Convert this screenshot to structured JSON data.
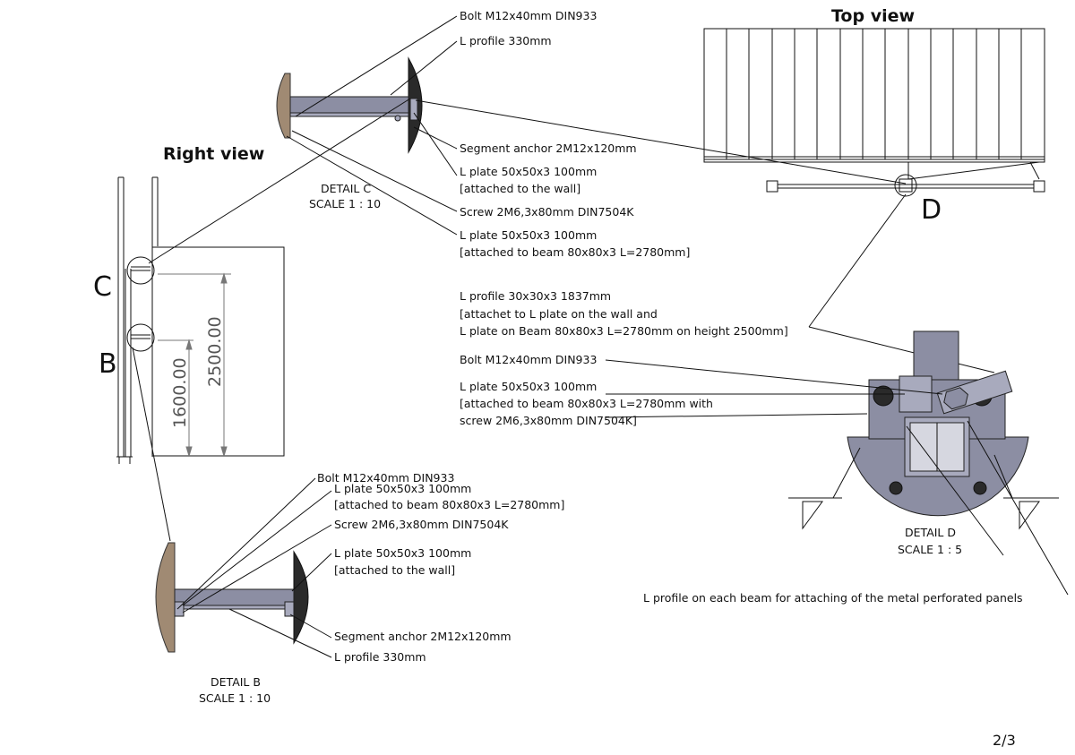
{
  "views": {
    "top": "Top view",
    "right": "Right view"
  },
  "markers": {
    "c": "C",
    "b": "B",
    "d": "D"
  },
  "dimensions": {
    "height_2500": "2500.00",
    "height_1600": "1600.00"
  },
  "detail_c": {
    "title": "DETAIL C",
    "scale": "SCALE 1 : 10",
    "labels": {
      "bolt": "Bolt M12x40mm DIN933",
      "l_profile": "L profile 330mm",
      "anchor": "Segment anchor 2M12x120mm",
      "l_plate_wall_1": "L plate 50x50x3 100mm",
      "l_plate_wall_2": "[attached to the wall]",
      "screw": "Screw 2M6,3x80mm DIN7504K",
      "l_plate_beam_1": "L plate 50x50x3 100mm",
      "l_plate_beam_2": "[attached to beam 80x80x3 L=2780mm]"
    }
  },
  "detail_d": {
    "title": "DETAIL D",
    "scale": "SCALE 1 : 5",
    "labels": {
      "l_profile_long_1": "L profile 30x30x3 1837mm",
      "l_profile_long_2": "[attachet to L plate on the wall and",
      "l_profile_long_3": "L plate on Beam 80x80x3 L=2780mm on height 2500mm]",
      "bolt": "Bolt M12x40mm DIN933",
      "l_plate_1": "L plate 50x50x3 100mm",
      "l_plate_2": "[attached to beam 80x80x3 L=2780mm with",
      "l_plate_3": "screw 2M6,3x80mm DIN7504K]",
      "perforated": "L profile on each beam for attaching of the metal perforated panels"
    }
  },
  "detail_b": {
    "title": "DETAIL B",
    "scale": "SCALE 1 : 10",
    "labels": {
      "bolt": "Bolt M12x40mm DIN933",
      "l_plate_beam_1": "L plate 50x50x3 100mm",
      "l_plate_beam_2": "[attached to beam 80x80x3 L=2780mm]",
      "screw": "Screw 2M6,3x80mm DIN7504K",
      "l_plate_wall_1": "L plate 50x50x3 100mm",
      "l_plate_wall_2": "[attached to the wall]",
      "anchor": "Segment anchor 2M12x120mm",
      "l_profile": "L profile 330mm"
    }
  },
  "page": "2/3",
  "colors": {
    "steel": "#8c8ea3",
    "wall": "#a08a73",
    "dark_anchor": "#2a2a2a"
  }
}
